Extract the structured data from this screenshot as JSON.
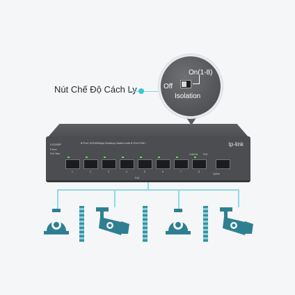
{
  "callout": {
    "label": "Nút Chế Độ Cách Ly"
  },
  "isolation_switch": {
    "on_label": "On(1-8)",
    "off_label": "Off",
    "name_label": "Isolation"
  },
  "device": {
    "brand": "tp-link",
    "model": "LS1108P",
    "description": "8-Port 10/100Mbps Desktop Switch with 8-Port PoE+",
    "poe_label": "PoE",
    "led_labels": [
      "Power",
      "PoE Max",
      "Link/Act",
      "PoE",
      "Uplink"
    ],
    "port_numbers": [
      "1",
      "2",
      "3",
      "4",
      "5",
      "6",
      "7",
      "8"
    ]
  },
  "endpoints": [
    {
      "type": "dome-camera"
    },
    {
      "type": "bullet-camera"
    },
    {
      "type": "dome-camera"
    },
    {
      "type": "bullet-camera"
    }
  ],
  "colors": {
    "accent": "#3fc3d8",
    "line": "#8fd9e6",
    "camera": "#2f7f92",
    "device": "#4b4d50",
    "background": "#f5f6f7"
  }
}
